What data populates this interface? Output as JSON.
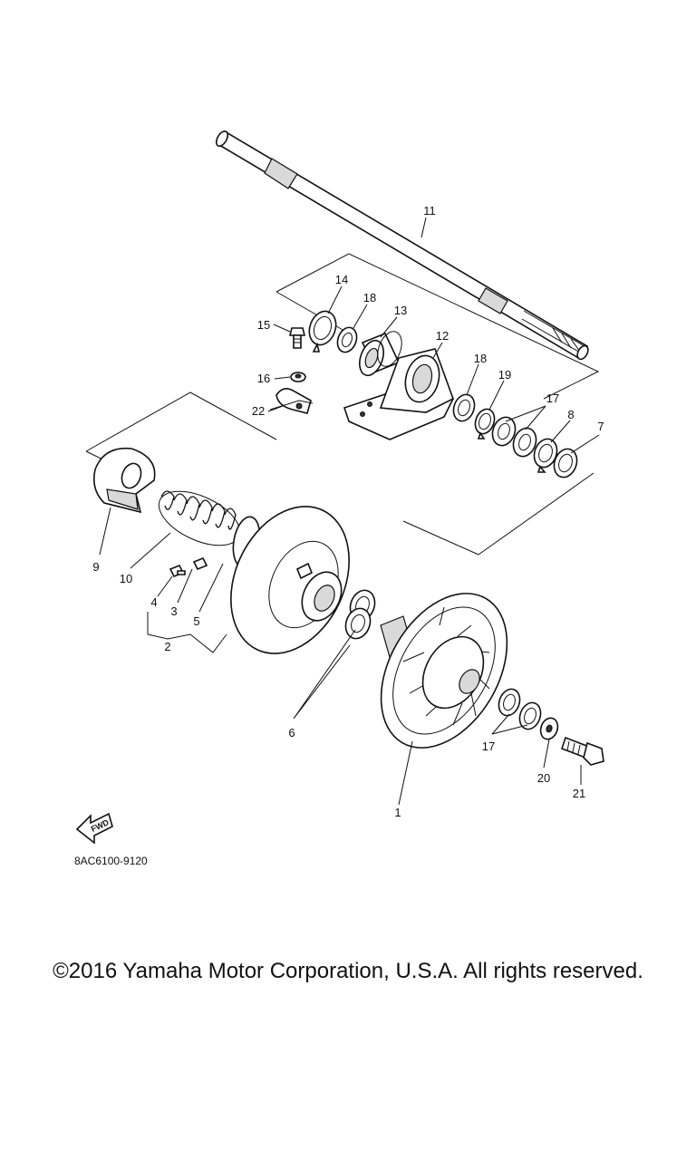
{
  "diagram": {
    "diagram_code": "8AC6100-9120",
    "direction_label": "FWD",
    "copyright": "©2016 Yamaha Motor Corporation, U.S.A. All rights reserved.",
    "callouts": {
      "c1": "1",
      "c2": "2",
      "c3": "3",
      "c4": "4",
      "c5": "5",
      "c6": "6",
      "c7": "7",
      "c8": "8",
      "c9": "9",
      "c10": "10",
      "c11": "11",
      "c12": "12",
      "c13": "13",
      "c14": "14",
      "c15": "15",
      "c16": "16",
      "c17a": "17",
      "c17b": "17",
      "c18a": "18",
      "c18b": "18",
      "c19": "19",
      "c20": "20",
      "c21": "21",
      "c22": "22"
    }
  }
}
